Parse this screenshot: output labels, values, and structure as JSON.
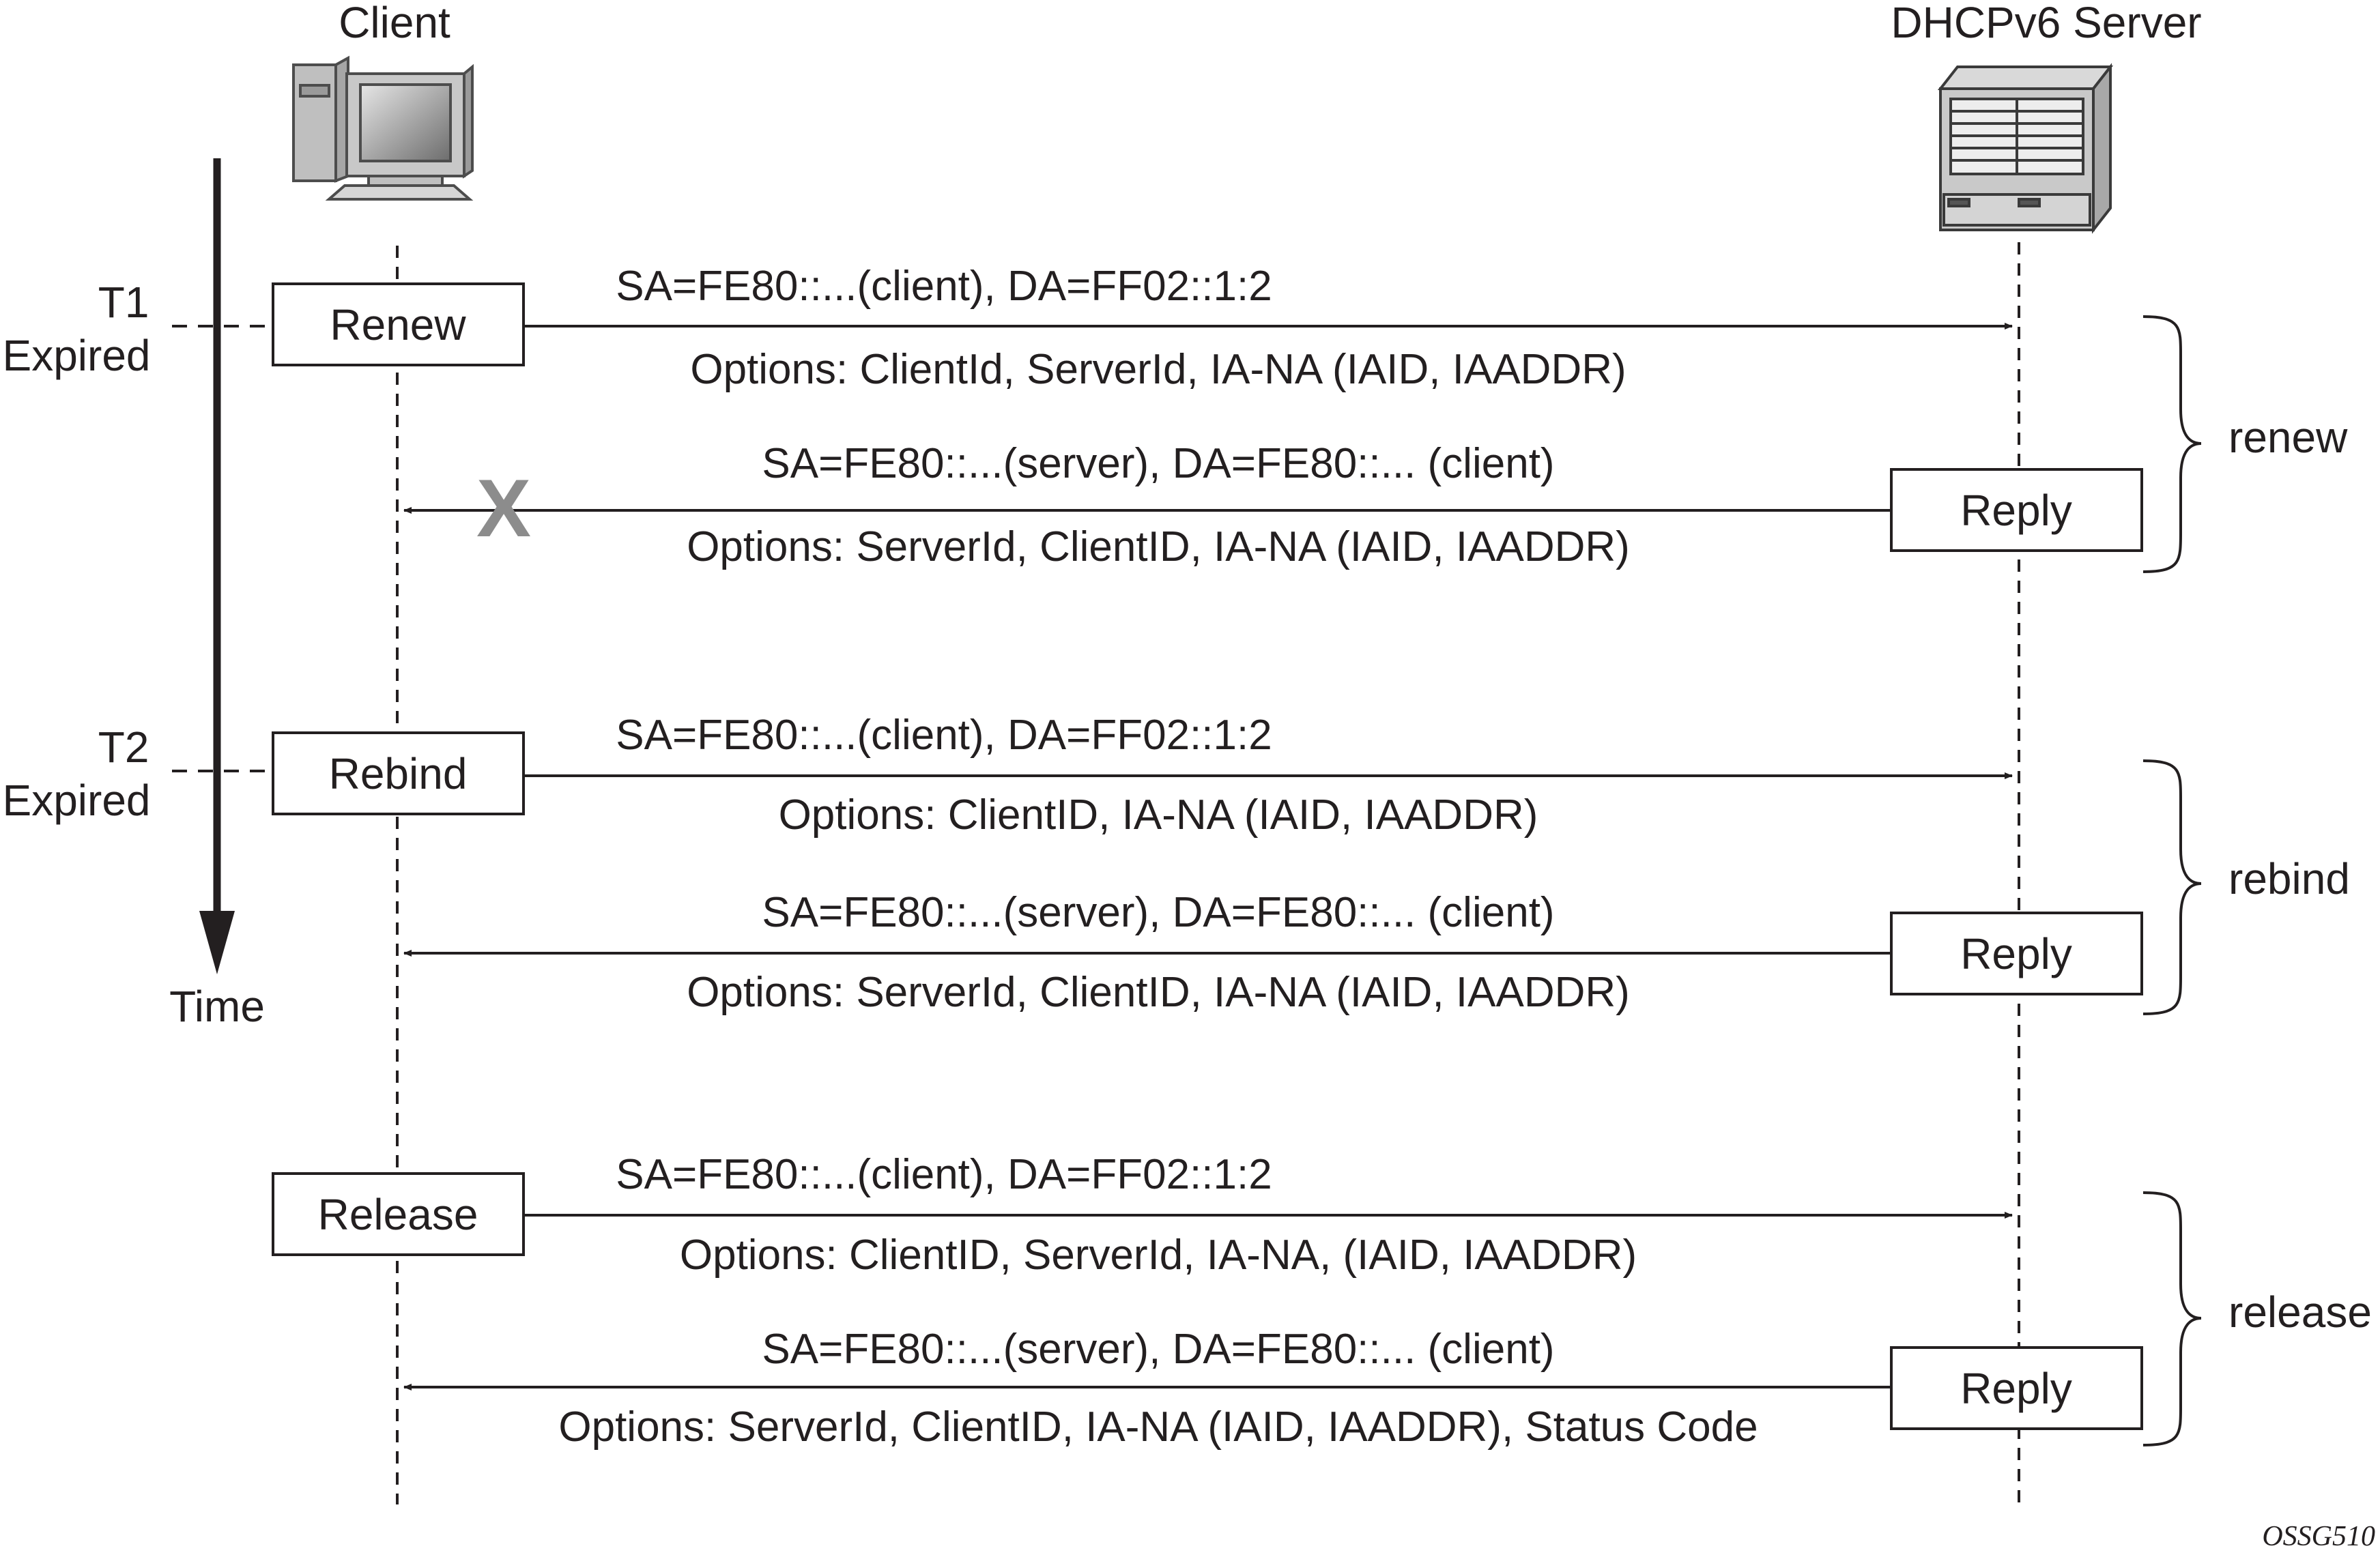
{
  "header": {
    "client_label": "Client",
    "server_label": "DHCPv6 Server"
  },
  "timeline": {
    "t1": [
      "T1",
      "Expired"
    ],
    "t2": [
      "T2",
      "Expired"
    ],
    "time_label": "Time"
  },
  "exchanges": [
    {
      "bracket_label": "renew",
      "request": {
        "box_label": "Renew",
        "address": "SA=FE80::...(client), DA=FF02::1:2",
        "options": "Options: ClientId, ServerId, IA-NA (IAID, IAADDR)"
      },
      "reply": {
        "box_label": "Reply",
        "address": "SA=FE80::...(server), DA=FE80::... (client)",
        "options": "Options: ServerId, ClientID, IA-NA (IAID, IAADDR)",
        "lost": true
      }
    },
    {
      "bracket_label": "rebind",
      "request": {
        "box_label": "Rebind",
        "address": "SA=FE80::...(client), DA=FF02::1:2",
        "options": "Options: ClientID, IA-NA (IAID, IAADDR)"
      },
      "reply": {
        "box_label": "Reply",
        "address": "SA=FE80::...(server), DA=FE80::... (client)",
        "options": "Options: ServerId, ClientID, IA-NA (IAID, IAADDR)",
        "lost": false
      }
    },
    {
      "bracket_label": "release",
      "request": {
        "box_label": "Release",
        "address": "SA=FE80::...(client), DA=FF02::1:2",
        "options": "Options: ClientID, ServerId, IA-NA, (IAID, IAADDR)"
      },
      "reply": {
        "box_label": "Reply",
        "address": "SA=FE80::...(server), DA=FE80::... (client)",
        "options": "Options: ServerId, ClientID, IA-NA (IAID, IAADDR), Status Code",
        "lost": false
      }
    }
  ],
  "lost_marker": "X",
  "figure_ref": "OSSG510",
  "icons": {
    "client": "desktop-computer-icon",
    "server": "server-chassis-icon"
  }
}
